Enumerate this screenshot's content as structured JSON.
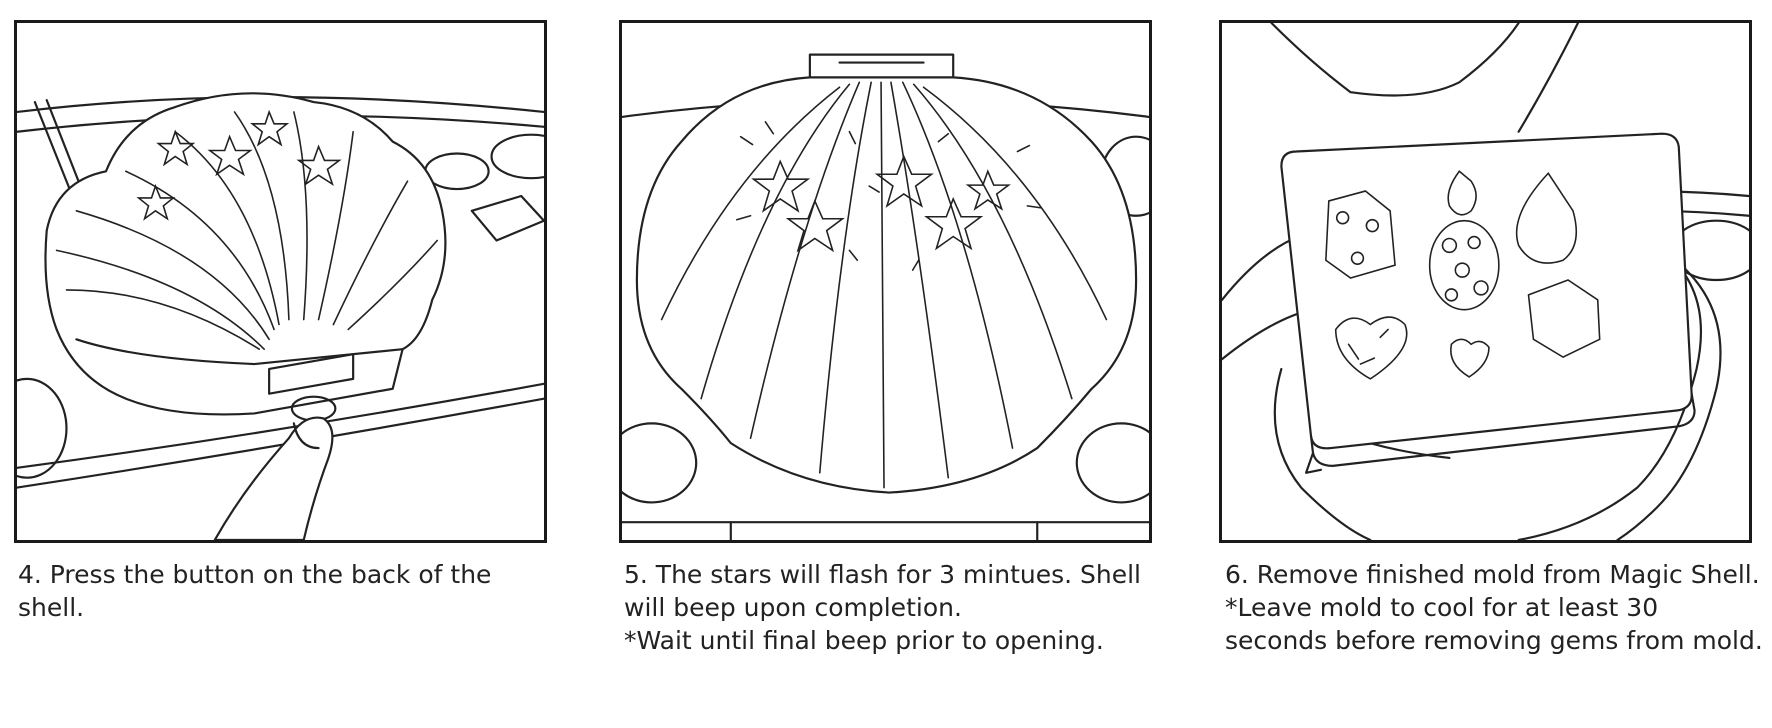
{
  "steps": [
    {
      "illustration": "hand-pressing-shell-button",
      "caption": "4. Press the button on the back of the shell.",
      "note": ""
    },
    {
      "illustration": "shell-with-flashing-stars",
      "caption": "5. The stars will flash for 3 mintues. Shell will beep upon completion.",
      "note": "*Wait until final beep prior to opening."
    },
    {
      "illustration": "mold-with-gems-removed",
      "caption": "6. Remove finished mold from Magic Shell.",
      "note": "*Leave mold to cool for at least 30 seconds before removing gems from mold."
    }
  ]
}
